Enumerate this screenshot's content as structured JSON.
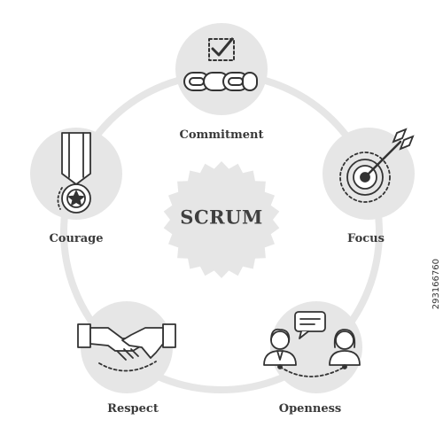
{
  "diagram": {
    "center_label": "SCRUM",
    "values": [
      {
        "label": "Commitment",
        "icon": "chain-checkbox-icon"
      },
      {
        "label": "Focus",
        "icon": "target-arrow-icon"
      },
      {
        "label": "Openness",
        "icon": "people-speech-icon"
      },
      {
        "label": "Respect",
        "icon": "handshake-icon"
      },
      {
        "label": "Courage",
        "icon": "medal-icon"
      }
    ]
  },
  "watermark": "293166760",
  "colors": {
    "node_fill": "#e6e6e6",
    "ring": "#e6e6e6",
    "line": "#333333",
    "text": "#3a3a3a"
  }
}
